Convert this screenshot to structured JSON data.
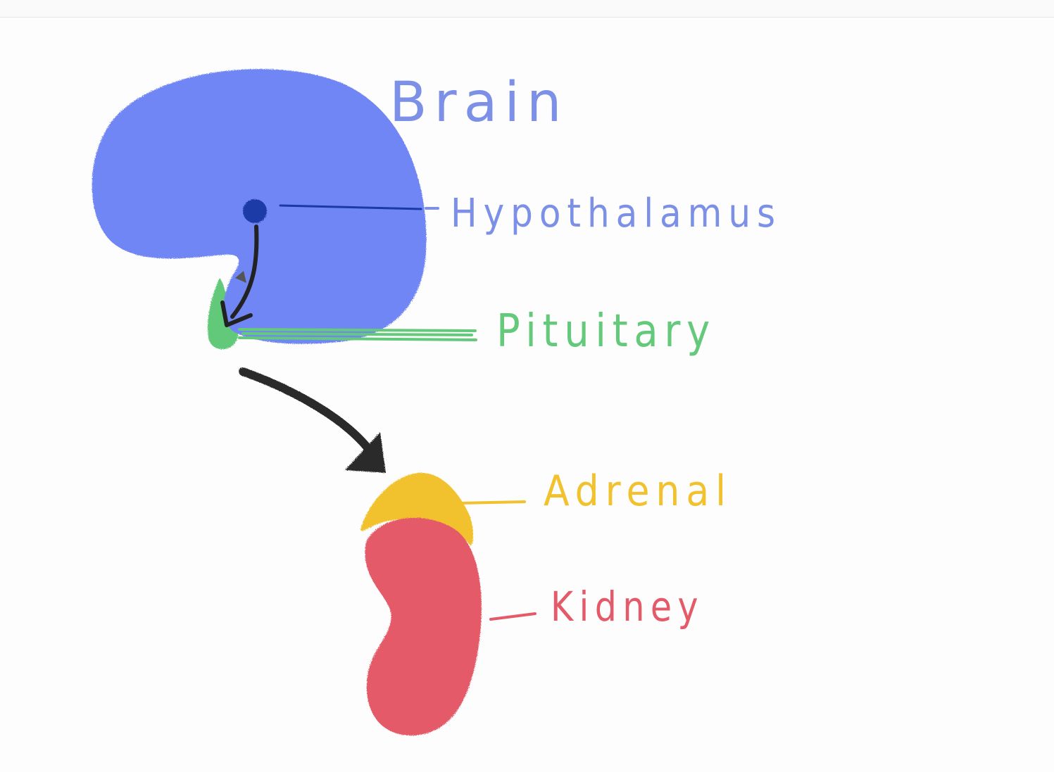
{
  "diagram": {
    "labels": {
      "brain": "Brain",
      "hypothalamus": "Hypothalamus",
      "pituitary": "Pituitary",
      "adrenal": "Adrenal",
      "kidney": "Kidney"
    }
  },
  "colors": {
    "brain": "#6f86f4",
    "brain_label": "#7d90e8",
    "hypothalamus_dot": "#1c3aa6",
    "pituitary": "#64c97a",
    "adrenal": "#f2c12e",
    "kidney": "#e45a68",
    "arrow": "#2a2a2a"
  }
}
